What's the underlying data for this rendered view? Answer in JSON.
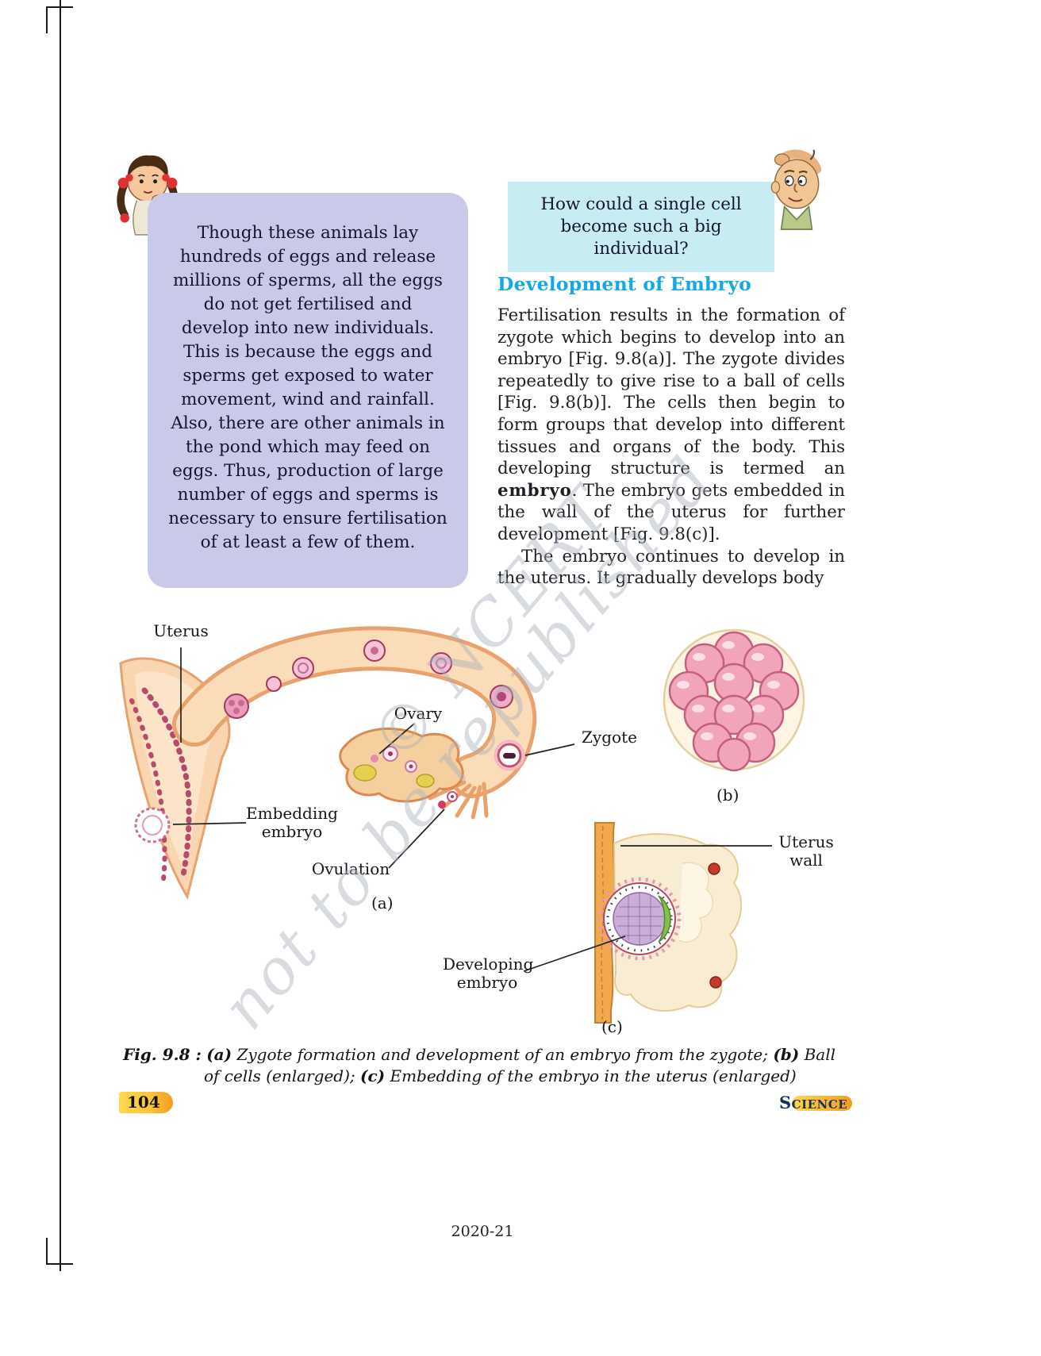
{
  "thought_box": {
    "text": "Though these animals lay hundreds of eggs and release millions of sperms, all the eggs do not get fertilised and develop into new individuals. This is because the eggs and sperms get exposed to water movement, wind and rainfall. Also, there are other animals in the pond which may feed on eggs. Thus, production of large number of eggs and sperms is necessary to ensure fertilisation of at least a few of them."
  },
  "question_box": {
    "text": "How could a single cell become such a big individual?"
  },
  "section": {
    "heading": "Development of Embryo",
    "para1": {
      "before": "Fertilisation results in the formation of zygote which begins to develop into an embryo [Fig. 9.8(a)]. The zygote divides repeatedly to give rise to a ball of cells [Fig. 9.8(b)]. The cells then begin to form groups that develop into different tissues and organs of the body. This developing structure is termed an ",
      "bold": "embryo",
      "after": ". The embryo gets embedded in the wall of the uterus for further development [Fig. 9.8(c)]."
    },
    "para2": "The embryo continues to develop in the uterus. It gradually develops body"
  },
  "figure": {
    "labels": {
      "uterus": "Uterus",
      "ovary": "Ovary",
      "zygote": "Zygote",
      "embedding_embryo": "Embedding embryo",
      "ovulation": "Ovulation",
      "panel_a": "(a)",
      "panel_b": "(b)",
      "uterus_wall": "Uterus wall",
      "developing_embryo": "Developing embryo",
      "panel_c": "(c)"
    },
    "caption": {
      "fig": "Fig. 9.8 :",
      "a": "(a)",
      "a_text": " Zygote formation and development of an embryo from the zygote; ",
      "b": "(b)",
      "b_text": " Ball of cells (enlarged); ",
      "c": "(c)",
      "c_text": " Embedding of the embryo in the uterus (enlarged)"
    }
  },
  "watermark": {
    "line1": "© NCERT",
    "line2": "not to be republished"
  },
  "footer": {
    "page_number": "104",
    "brand": "Science",
    "edition": "2020-21"
  },
  "colors": {
    "thought_box_bg": "#c9c9ea",
    "question_box_bg": "#c7edf3",
    "heading_blue": "#14a9e1",
    "footer_badge_yellow": "#f9b233",
    "watermark_gray": "#aab1bb"
  }
}
